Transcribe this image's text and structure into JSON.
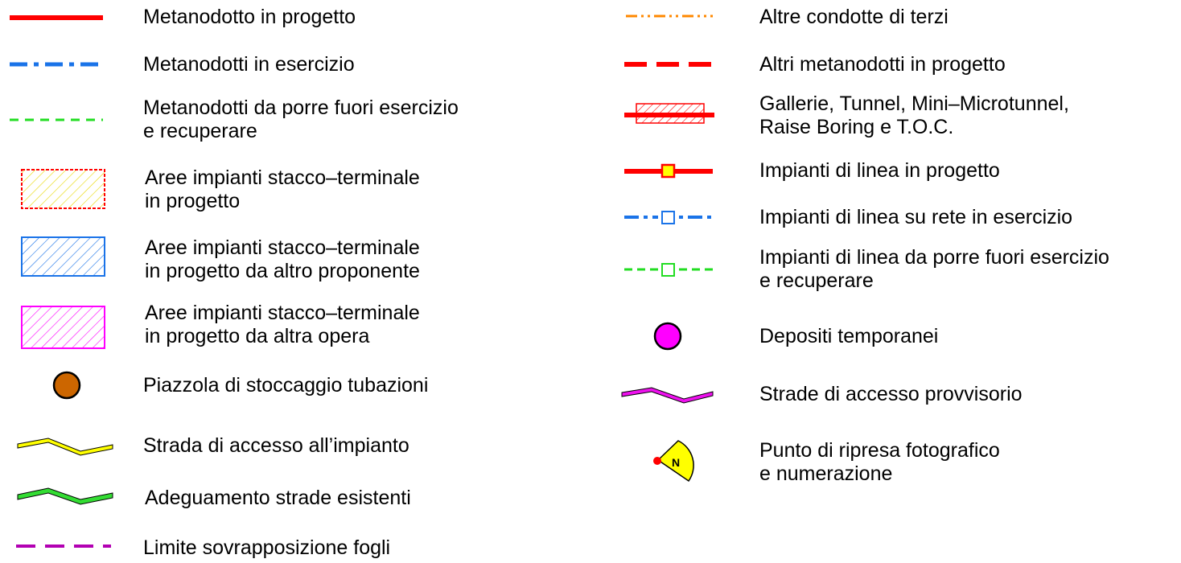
{
  "legend": {
    "left": [
      {
        "id": "metanodotto-in-progetto",
        "symbol": "line-solid-red",
        "lines": [
          "Metanodotto  in  progetto"
        ]
      },
      {
        "id": "metanodotti-in-esercizio",
        "symbol": "line-dashdot-blue",
        "lines": [
          "Metanodotti  in  esercizio"
        ]
      },
      {
        "id": "metanodotti-fuori-esercizio",
        "symbol": "line-dashed-green",
        "lines": [
          "Metanodotti da  porre  fuori esercizio",
          "e  recuperare"
        ]
      },
      {
        "id": "aree-impianti-progetto",
        "symbol": "hatched-rect-yellow",
        "lines": [
          "Aree  impianti stacco–terminale",
          "in  progetto"
        ]
      },
      {
        "id": "aree-impianti-altro-proponente",
        "symbol": "hatched-rect-blue",
        "lines": [
          "Aree  impianti stacco–terminale",
          "in  progetto  da  altro  proponente"
        ]
      },
      {
        "id": "aree-impianti-altra-opera",
        "symbol": "hatched-rect-magenta",
        "lines": [
          "Aree  impianti stacco–terminale",
          "in  progetto  da  altra  opera"
        ]
      },
      {
        "id": "piazzola-stoccaggio",
        "symbol": "circle-brown",
        "lines": [
          "Piazzola  di  stoccaggio  tubazioni"
        ]
      },
      {
        "id": "strada-accesso-impianto",
        "symbol": "road-yellow",
        "lines": [
          "Strada  di  accesso  all’impianto"
        ]
      },
      {
        "id": "adeguamento-strade",
        "symbol": "road-green",
        "lines": [
          "Adeguamento  strade  esistenti"
        ]
      },
      {
        "id": "limite-fogli",
        "symbol": "line-dashed-purple",
        "lines": [
          "Limite  sovrapposizione  fogli"
        ]
      }
    ],
    "right": [
      {
        "id": "altre-condotte-terzi",
        "symbol": "line-dashdotdot-orange",
        "lines": [
          "Altre  condotte  di terzi"
        ]
      },
      {
        "id": "altri-metanodotti-progetto",
        "symbol": "line-longdash-red",
        "lines": [
          "Altri  metanodotti  in  progetto"
        ]
      },
      {
        "id": "gallerie-tunnel",
        "symbol": "tunnel-red",
        "lines": [
          "Gallerie, Tunnel, Mini–Microtunnel,",
          "Raise  Boring  e  T.O.C."
        ]
      },
      {
        "id": "impianti-linea-progetto",
        "symbol": "plant-red",
        "lines": [
          "Impianti di linea  in  progetto"
        ]
      },
      {
        "id": "impianti-linea-esercizio",
        "symbol": "plant-blue",
        "lines": [
          "Impianti di linea  su  rete  in  esercizio"
        ]
      },
      {
        "id": "impianti-linea-fuori-esercizio",
        "symbol": "plant-green",
        "lines": [
          "Impianti di linea  da  porre  fuori esercizio",
          "e  recuperare"
        ]
      },
      {
        "id": "depositi-temporanei",
        "symbol": "circle-magenta",
        "lines": [
          "Depositi temporanei"
        ]
      },
      {
        "id": "strade-accesso-provvisorio",
        "symbol": "road-magenta",
        "lines": [
          "Strade  di accesso  provvisorio"
        ]
      },
      {
        "id": "punto-ripresa",
        "symbol": "photo-point",
        "lines": [
          "Punto  di ripresa  fotografico",
          "e  numerazione"
        ]
      }
    ]
  },
  "photo_point_letter": "N",
  "colors": {
    "red": "#ff0000",
    "blue": "#1a73e8",
    "green": "#22dd22",
    "purple": "#b200b2",
    "orange": "#ff8800",
    "yellow": "#ffff00",
    "magenta": "#ff00ff",
    "brown": "#cc6600",
    "road_yellow": "#ffff00",
    "road_green": "#33dd33",
    "road_magenta": "#ee11ee"
  }
}
